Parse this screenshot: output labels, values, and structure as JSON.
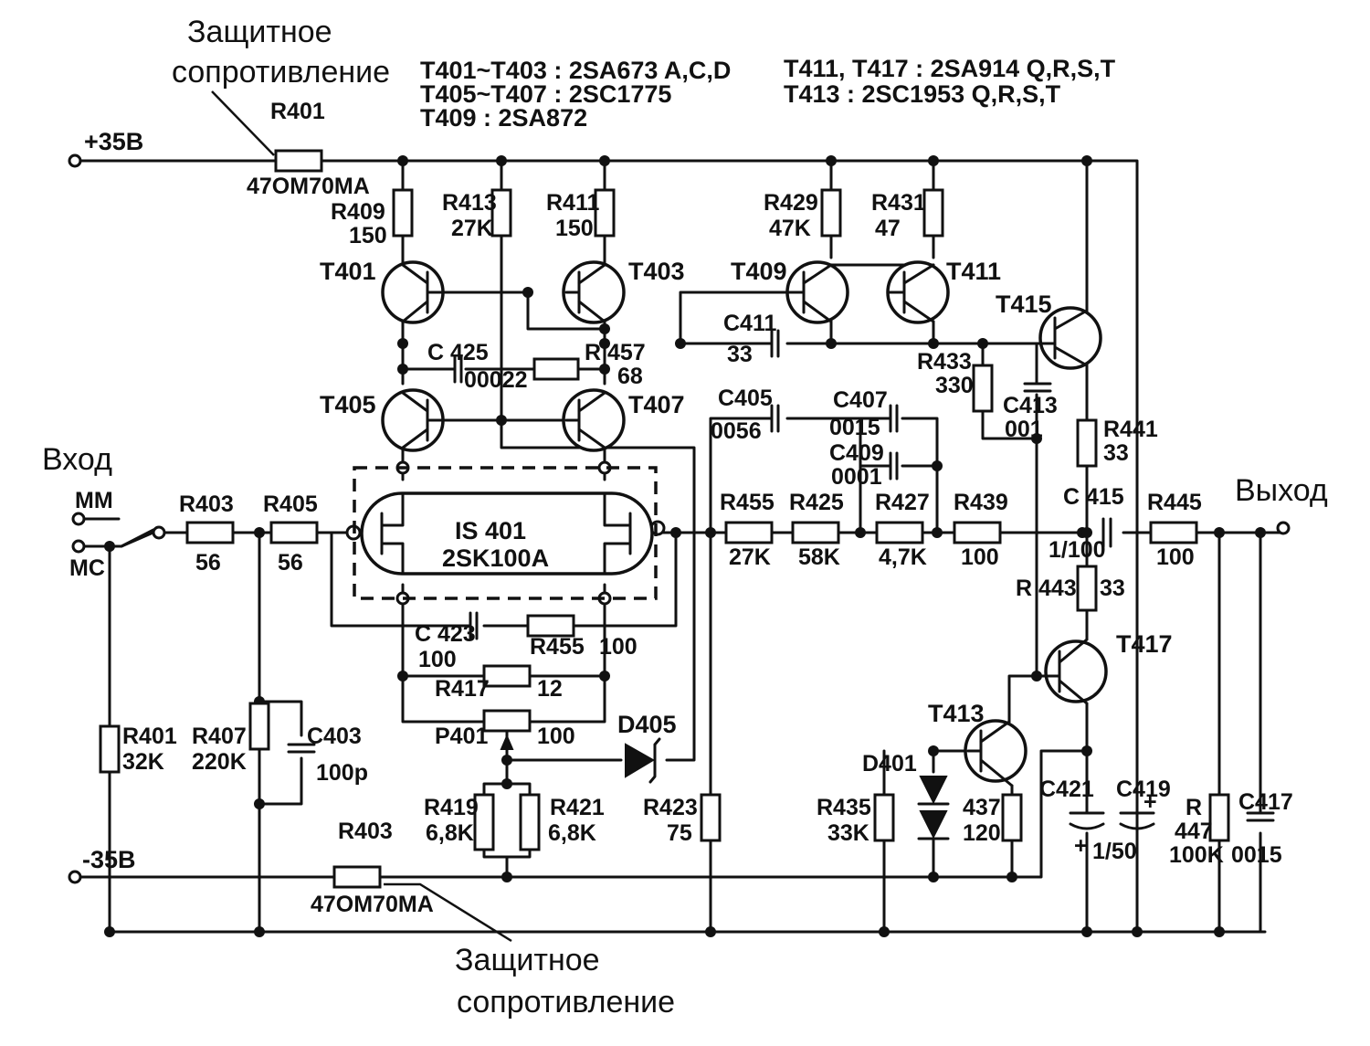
{
  "notes": {
    "protective_resistor_top": [
      "Защитное",
      "сопротивление"
    ],
    "protective_resistor_bottom": [
      "Защитное",
      "сопротивление"
    ]
  },
  "transistor_table": {
    "row1_left": "T401~T403 : 2SA673 A,C,D",
    "row2_left": "T405~T407 : 2SC1775",
    "row3_left": "T409 : 2SA872",
    "row1_right": "T411, T417 : 2SA914 Q,R,S,T",
    "row2_right": "T413 : 2SC1953 Q,R,S,T"
  },
  "rails": {
    "pos": "+35B",
    "neg": "-35B"
  },
  "io": {
    "input": "Вход",
    "mm": "MM",
    "mc": "MC",
    "output": "Выход"
  },
  "ic": {
    "name": "IS 401",
    "part": "2SK100A"
  },
  "components": {
    "r401_top": {
      "ref": "R401",
      "value": "47OM70MA"
    },
    "r403_bot": {
      "ref": "R403",
      "value": "47OM70MA"
    },
    "r409": {
      "ref": "R409",
      "value": "150"
    },
    "r413": {
      "ref": "R413",
      "value": "27K"
    },
    "r411": {
      "ref": "R411",
      "value": "150"
    },
    "r429": {
      "ref": "R429",
      "value": "47K"
    },
    "r431": {
      "ref": "R431",
      "value": "47"
    },
    "t401": "T401",
    "t403": "T403",
    "t405": "T405",
    "t407": "T407",
    "t409": "T409",
    "t411": "T411",
    "t415": "T415",
    "t413": "T413",
    "t417": "T417",
    "c411": {
      "ref": "C411",
      "value": "33"
    },
    "c425": {
      "ref": "C 425",
      "value": "00022"
    },
    "r457": {
      "ref": "R 457",
      "value": "68"
    },
    "r433": {
      "ref": "R433",
      "value": "330"
    },
    "c413": {
      "ref": "C413",
      "value": "001"
    },
    "c405": {
      "ref": "C405",
      "value": "0056"
    },
    "c407": {
      "ref": "C407",
      "value": "0015"
    },
    "c409": {
      "ref": "C409",
      "value": "0001"
    },
    "r441": {
      "ref": "R441",
      "value": "33"
    },
    "r403_in": {
      "ref": "R403",
      "value": "56"
    },
    "r405": {
      "ref": "R405",
      "value": "56"
    },
    "r455_a": {
      "ref": "R455",
      "value": "27K"
    },
    "r425": {
      "ref": "R425",
      "value": "58K"
    },
    "r427": {
      "ref": "R427",
      "value": "4,7K"
    },
    "r439": {
      "ref": "R439",
      "value": "100"
    },
    "c415": {
      "ref": "C 415",
      "value": "1/100"
    },
    "r445": {
      "ref": "R445",
      "value": "100"
    },
    "r443": {
      "ref": "R 443",
      "value": "33"
    },
    "c423": {
      "ref": "C 423",
      "value": "100"
    },
    "r455_b": {
      "ref": "R455",
      "value": "100"
    },
    "r417": {
      "ref": "R417",
      "value": "12"
    },
    "p401": {
      "ref": "P401",
      "value": "100"
    },
    "d405": "D405",
    "r401_in": {
      "ref": "R401",
      "value": "32K"
    },
    "r407": {
      "ref": "R407",
      "value": "220K"
    },
    "c403": {
      "ref": "C403",
      "value": "100p"
    },
    "r419": {
      "ref": "R419",
      "value": "6,8K"
    },
    "r421": {
      "ref": "R421",
      "value": "6,8K"
    },
    "r423": {
      "ref": "R423",
      "value": "75"
    },
    "d401": "D401",
    "r435": {
      "ref": "R435",
      "value": "33K"
    },
    "r437": {
      "ref": "437",
      "value": "120"
    },
    "c421": {
      "ref": "C421",
      "value": "1/50"
    },
    "c419": {
      "ref": "C419"
    },
    "r447": {
      "ref": "R",
      "ref2": "447",
      "value": "100K"
    },
    "c417": {
      "ref": "C417",
      "value": "0015"
    }
  }
}
